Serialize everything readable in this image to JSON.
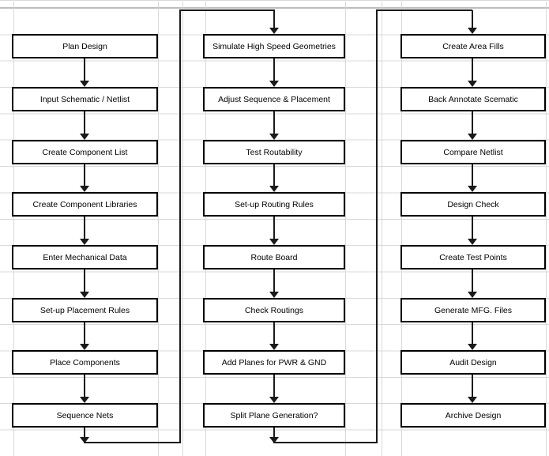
{
  "flowchart": {
    "columns": [
      {
        "name": "column-1",
        "boxes": [
          "Plan Design",
          "Input Schematic / Netlist",
          "Create Component List",
          "Create Component Libraries",
          "Enter Mechanical Data",
          "Set-up Placement Rules",
          "Place Components",
          "Sequence Nets"
        ]
      },
      {
        "name": "column-2",
        "boxes": [
          "Simulate High Speed Geometries",
          "Adjust Sequence & Placement",
          "Test Routability",
          "Set-up Routing Rules",
          "Route Board",
          "Check Routings",
          "Add Planes for PWR & GND",
          "Split Plane Generation?"
        ]
      },
      {
        "name": "column-3",
        "boxes": [
          "Create Area Fills",
          "Back Annotate Scematic",
          "Compare Netlist",
          "Design Check",
          "Create Test Points",
          "Generate MFG. Files",
          "Audit Design",
          "Archive Design"
        ]
      }
    ],
    "connectors": [
      {
        "from": "Sequence Nets",
        "to": "Simulate High Speed Geometries"
      },
      {
        "from": "Split Plane Generation?",
        "to": "Create Area Fills"
      }
    ]
  },
  "colors": {
    "background": "#ffffff",
    "box_fill": "#ffffff",
    "box_border": "#000000",
    "arrow": "#1a1a1a",
    "grid_line": "#d9d9d9",
    "grid_line_top": "#bdbdbd"
  }
}
